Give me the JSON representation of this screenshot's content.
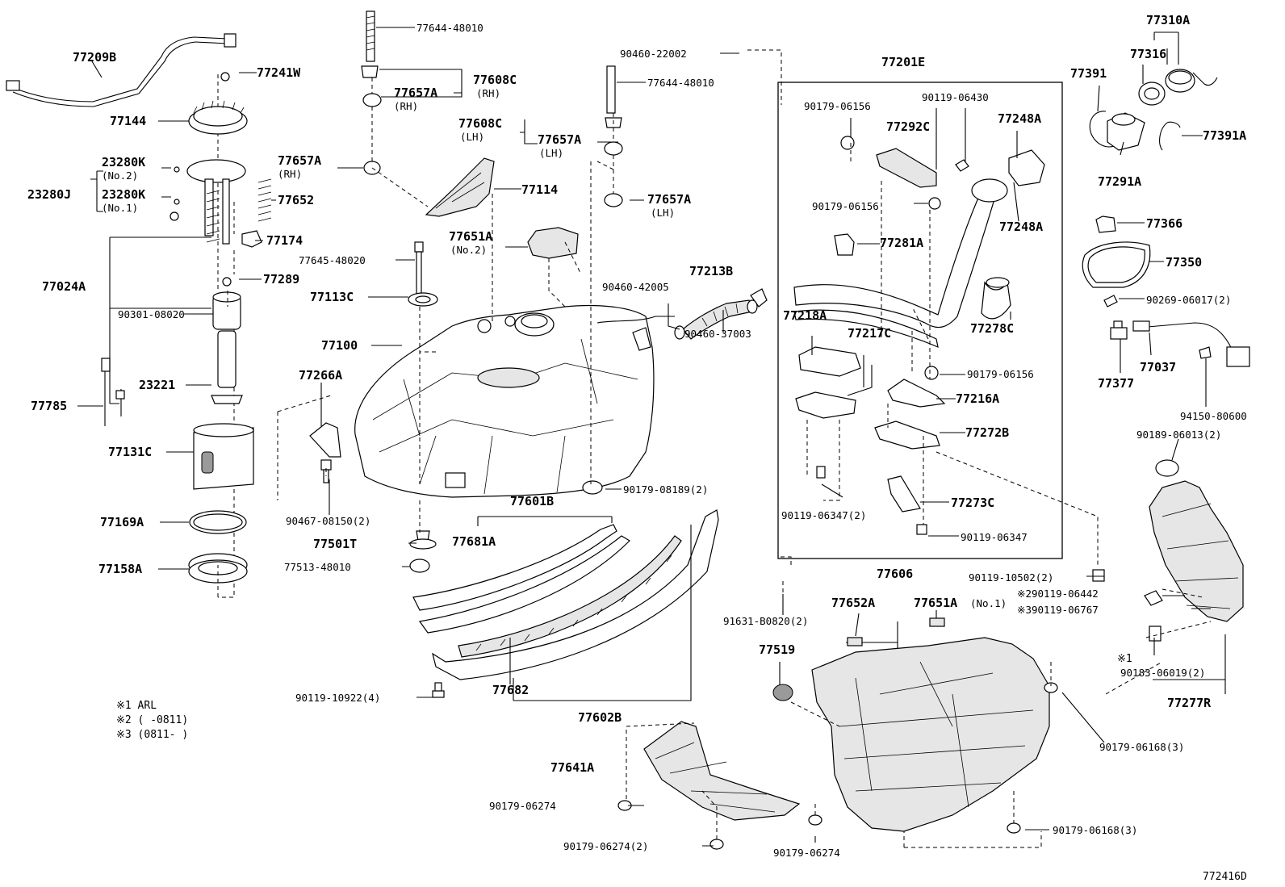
{
  "diagram_id": "772416D",
  "notes": [
    "※1 ARL",
    "※2 (      -0811)",
    "※3 (0811-      )"
  ],
  "labels": {
    "p77209B": "77209B",
    "p77241W": "77241W",
    "p77144": "77144",
    "p23280K_2": "23280K",
    "s23280K_2": "(No.2)",
    "p23280J": "23280J",
    "p23280K_1": "23280K",
    "s23280K_1": "(No.1)",
    "p77652": "77652",
    "p77174": "77174",
    "p77024A": "77024A",
    "p77289": "77289",
    "p90301_08020": "90301-08020",
    "p23221": "23221",
    "p77785": "77785",
    "p77131C": "77131C",
    "p77169A": "77169A",
    "p77158A": "77158A",
    "p77644_48010a": "77644-48010",
    "p77608C_rh": "77608C",
    "s77608C_rh": "(RH)",
    "p77657A_rh1": "77657A",
    "s77657A_rh1": "(RH)",
    "p77657A_rh2": "77657A",
    "s77657A_rh2": "(RH)",
    "p77114": "77114",
    "p77608C_lh": "77608C",
    "s77608C_lh": "(LH)",
    "p77657A_lh1": "77657A",
    "s77657A_lh1": "(LH)",
    "p77657A_lh2": "77657A",
    "s77657A_lh2": "(LH)",
    "p90460_22002": "90460-22002",
    "p77644_48010b": "77644-48010",
    "p77645_48020": "77645-48020",
    "p77651A_2": "77651A",
    "s77651A_2": "(No.2)",
    "p77113C": "77113C",
    "p77100": "77100",
    "p77213B": "77213B",
    "p90460_42005": "90460-42005",
    "p90460_37003": "90460-37003",
    "p77266A": "77266A",
    "p90467_08150": "90467-08150(2)",
    "p90179_08189": "90179-08189(2)",
    "p77601B": "77601B",
    "p77681A": "77681A",
    "p77501T": "77501T",
    "p77513_48010": "77513-48010",
    "p90119_10922": "90119-10922(4)",
    "p77682": "77682",
    "p77602B": "77602B",
    "p77641A": "77641A",
    "p90179_06274a": "90179-06274",
    "p90179_06274b": "90179-06274(2)",
    "p90179_06274c": "90179-06274",
    "p77201E": "77201E",
    "p90179_06156a": "90179-06156",
    "p77292C": "77292C",
    "p90119_06430": "90119-06430",
    "p77248A_a": "77248A",
    "p77248A_b": "77248A",
    "p90179_06156b": "90179-06156",
    "p77281A": "77281A",
    "p77218A": "77218A",
    "p77217C": "77217C",
    "p77278C": "77278C",
    "p90179_06156c": "90179-06156",
    "p77216A": "77216A",
    "p77272B": "77272B",
    "p77273C": "77273C",
    "p90119_06347a": "90119-06347(2)",
    "p90119_06347b": "90119-06347",
    "p77310A": "77310A",
    "p77316": "77316",
    "p77391": "77391",
    "p77391A": "77391A",
    "p77291A": "77291A",
    "p77366": "77366",
    "p77350": "77350",
    "p90269_06017": "90269-06017(2)",
    "p77377": "77377",
    "p77037": "77037",
    "p94150_80600": "94150-80600",
    "p90189_06013": "90189-06013(2)",
    "p90119_10502": "90119-10502(2)",
    "p90119_06442": "※290119-06442",
    "p90119_06767": "※390119-06767",
    "p91631_B0820": "91631-B0820(2)",
    "p77606": "77606",
    "p77652A": "77652A",
    "p77651A_1": "77651A",
    "s77651A_1": "(No.1)",
    "p77519": "77519",
    "note_x1": "※1",
    "p90183_06019": "90183-06019(2)",
    "p77277R": "77277R",
    "p90179_06168a": "90179-06168(3)",
    "p90179_06168b": "90179-06168(3)"
  }
}
